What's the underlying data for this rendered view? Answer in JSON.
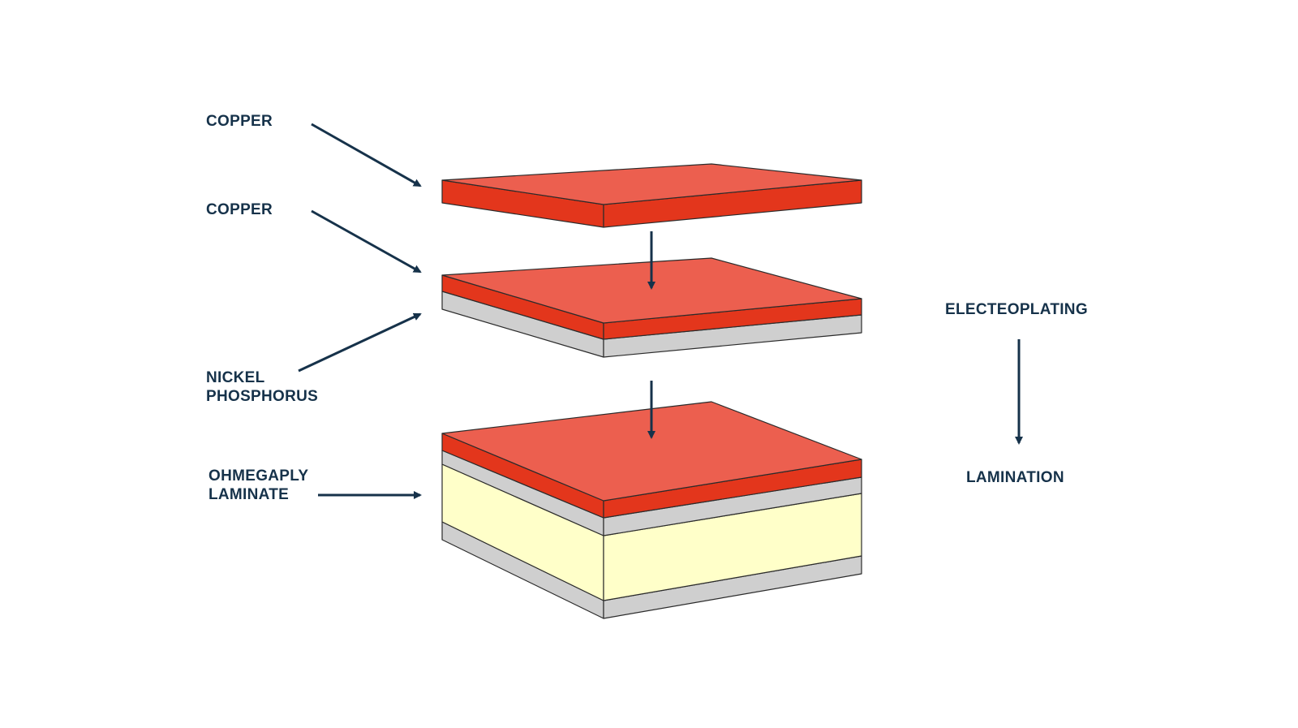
{
  "colors": {
    "copper_top": "#ec5f4f",
    "copper_side": "#e3361c",
    "nickel_phosphorus": "#cfcfcf",
    "laminate": "#ffffc9",
    "outline": "#2b2b2b",
    "label_text": "#16324a",
    "arrow": "#16324a",
    "background": "#ffffff"
  },
  "labels": {
    "copper_top": "COPPER",
    "copper_middle": "COPPER",
    "nickel_phosphorus": [
      "NICKEL",
      "PHOSPHORUS"
    ],
    "ohmegaply_laminate": [
      "OHMEGAPLY",
      "LAMINATE"
    ]
  },
  "process": {
    "step_1": "ELECTEOPLATING",
    "step_2": "LAMINATION"
  },
  "layers": {
    "stack_top": [
      "copper"
    ],
    "stack_middle": [
      "copper",
      "nickel_phosphorus"
    ],
    "stack_bottom": [
      "copper",
      "nickel_phosphorus",
      "laminate",
      "nickel_phosphorus"
    ]
  }
}
